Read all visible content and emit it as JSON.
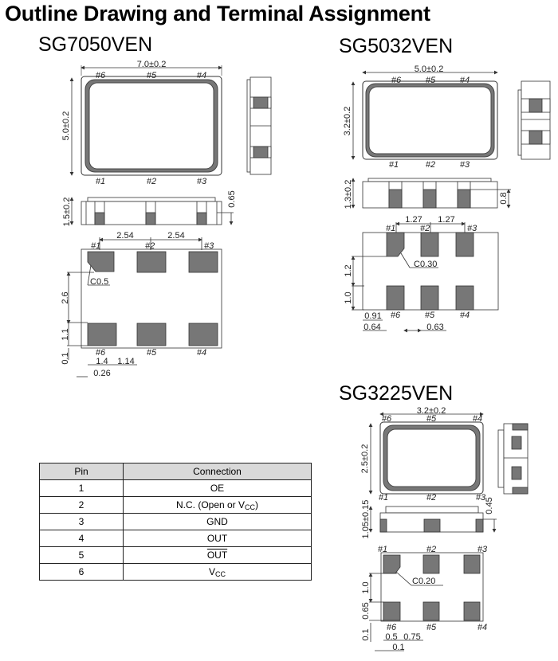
{
  "title": "Outline Drawing and Terminal Assignment",
  "models": [
    {
      "name": "SG7050VEN",
      "dims": {
        "width": "7.0±0.2",
        "height": "5.0±0.2",
        "thickness": "1.5±0.2",
        "pad_height": "0.65",
        "pitch": [
          "2.54",
          "2.54"
        ],
        "chamfer": "C0.5",
        "pad_gap": "2.6",
        "pad_len": "1.1",
        "edge_offset": "0.1",
        "pad_width": "1.4",
        "pad_space": "1.14",
        "side_offset": "0.26"
      },
      "pins_top": [
        "#6",
        "#5",
        "#4"
      ],
      "pins_bottom": [
        "#1",
        "#2",
        "#3"
      ]
    },
    {
      "name": "SG5032VEN",
      "dims": {
        "width": "5.0±0.2",
        "height": "3.2±0.2",
        "thickness": "1.3±0.2",
        "pad_height": "0.8",
        "pitch": [
          "1.27",
          "1.27"
        ],
        "chamfer": "C0.30",
        "pad_gap": "1.2",
        "pad_len": "1.0",
        "pad_width": "0.91",
        "side_offset": "0.64",
        "pad_space": "0.63"
      },
      "pins_top": [
        "#6",
        "#5",
        "#4"
      ],
      "pins_bottom": [
        "#1",
        "#2",
        "#3"
      ]
    },
    {
      "name": "SG3225VEN",
      "dims": {
        "width": "3.2±0.2",
        "height": "2.5±0.2",
        "thickness": "1.05±0.15",
        "pad_height": "0.45",
        "chamfer": "C0.20",
        "pad_gap": "1.0",
        "pad_len": "0.65",
        "edge_offset": "0.1",
        "pad_width": "0.5",
        "pad_space": "0.75",
        "side_offset": "0.1"
      },
      "pins_top": [
        "#6",
        "#5",
        "#4"
      ],
      "pins_bottom": [
        "#1",
        "#2",
        "#3"
      ]
    }
  ],
  "pin_table": {
    "headers": [
      "Pin",
      "Connection"
    ],
    "rows": [
      {
        "pin": "1",
        "connection": "OE"
      },
      {
        "pin": "2",
        "connection": "N.C. (Open or V",
        "sub": "CC",
        "suffix": ")"
      },
      {
        "pin": "3",
        "connection": "GND"
      },
      {
        "pin": "4",
        "connection": "OUT"
      },
      {
        "pin": "5",
        "connection": "OUT",
        "overline": true
      },
      {
        "pin": "6",
        "connection": "V",
        "sub": "CC"
      }
    ]
  }
}
